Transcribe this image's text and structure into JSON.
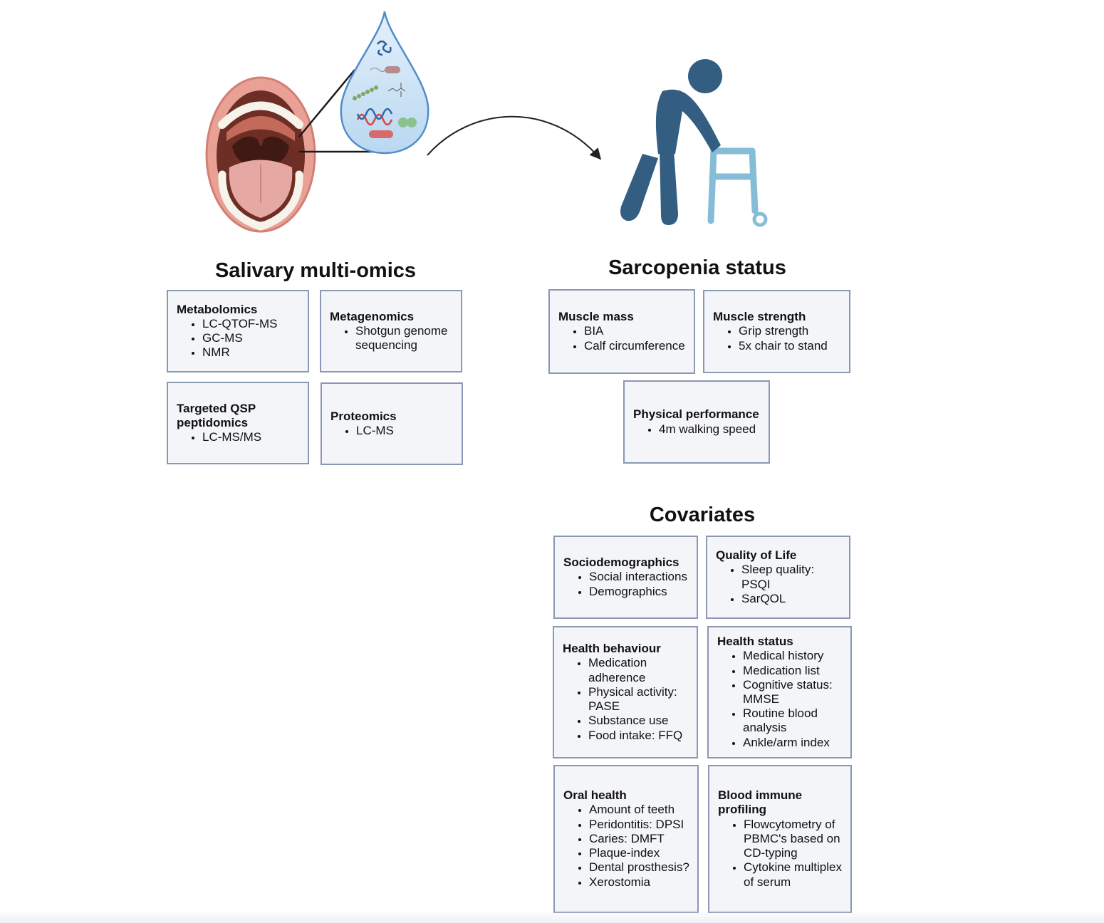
{
  "sections": {
    "salivary": {
      "title": "Salivary multi-omics",
      "boxes": [
        {
          "title": "Metabolomics",
          "items": [
            "LC-QTOF-MS",
            "GC-MS",
            "NMR"
          ]
        },
        {
          "title": "Metagenomics",
          "items": [
            "Shotgun genome sequencing"
          ]
        },
        {
          "title": "Targeted QSP peptidomics",
          "items": [
            "LC-MS/MS"
          ]
        },
        {
          "title": "Proteomics",
          "items": [
            "LC-MS"
          ]
        }
      ]
    },
    "sarcopenia": {
      "title": "Sarcopenia status",
      "boxes": [
        {
          "title": "Muscle mass",
          "items": [
            "BIA",
            "Calf circumference"
          ]
        },
        {
          "title": "Muscle strength",
          "items": [
            "Grip strength",
            "5x chair to stand"
          ]
        },
        {
          "title": "Physical performance",
          "items": [
            "4m walking speed"
          ]
        }
      ]
    },
    "covariates": {
      "title": "Covariates",
      "boxes": [
        {
          "title": "Sociodemographics",
          "items": [
            "Social interactions",
            "Demographics"
          ]
        },
        {
          "title": "Quality of Life",
          "items": [
            "Sleep quality: PSQI",
            "SarQOL"
          ]
        },
        {
          "title": "Health behaviour",
          "items": [
            "Medication adherence",
            "Physical activity: PASE",
            "Substance use",
            "Food intake: FFQ"
          ]
        },
        {
          "title": "Health status",
          "items": [
            "Medical history",
            "Medication list",
            "Cognitive status: MMSE",
            "Routine blood analysis",
            "Ankle/arm index"
          ]
        },
        {
          "title": "Oral health",
          "items": [
            "Amount of teeth",
            "Peridontitis: DPSI",
            "Caries: DMFT",
            "Plaque-index",
            "Dental prosthesis?",
            "Xerostomia"
          ]
        },
        {
          "title": "Blood immune profiling",
          "items": [
            "Flowcytometry of PBMC's based on CD-typing",
            "Cytokine multiplex of serum"
          ]
        }
      ]
    }
  },
  "illustration": {
    "icons": [
      "open-mouth-icon",
      "saliva-drop-icon",
      "curved-arrow-icon",
      "elderly-person-with-walker-icon"
    ],
    "colors": {
      "lip": "#e9a196",
      "lip_shadow": "#d27f74",
      "mouth_inner": "#6d2e25",
      "palate": "#c46a5a",
      "throat": "#3f1a14",
      "tongue": "#e6a8a2",
      "teeth": "#f6f3ea",
      "drop_fill": "#cde3f4",
      "drop_stroke": "#4f8cc9",
      "person": "#335e81",
      "walker": "#86bdd6"
    }
  }
}
